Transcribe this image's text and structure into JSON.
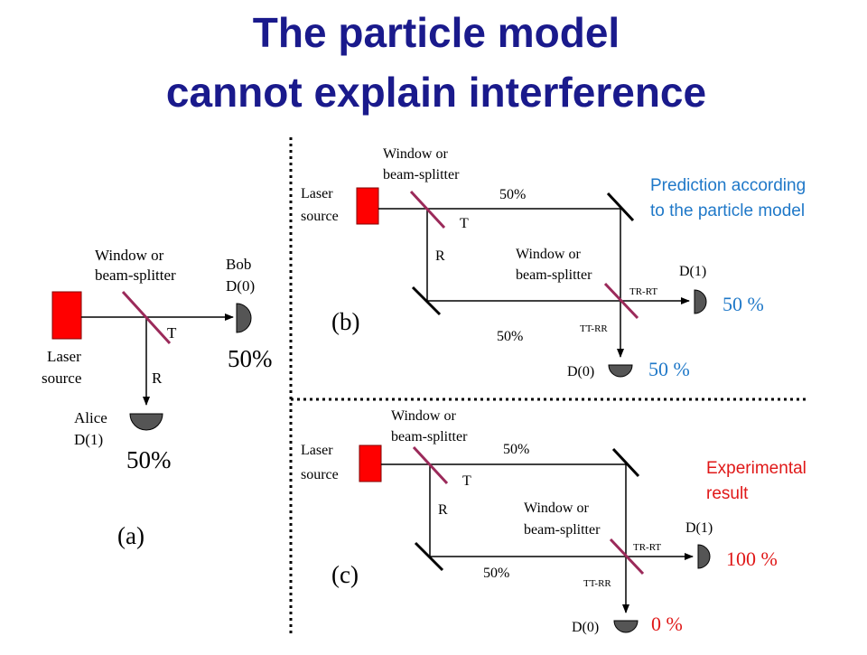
{
  "title": {
    "line1": "The particle model",
    "line2": "cannot explain interference"
  },
  "colors": {
    "title": "#1a1a8c",
    "laser": "#ff0000",
    "splitter": "#9b2a5a",
    "detector": "#555555",
    "prediction_note": "#1f78c8",
    "result_note": "#e01818"
  },
  "panel_a": {
    "label": "(a)",
    "laser_line1": "Laser",
    "laser_line2": "source",
    "splitter_line1": "Window or",
    "splitter_line2": "beam-splitter",
    "t": "T",
    "r": "R",
    "bob_line1": "Bob",
    "bob_line2": "D(0)",
    "bob_pct": "50%",
    "alice_line1": "Alice",
    "alice_line2": "D(1)",
    "alice_pct": "50%"
  },
  "panel_b": {
    "label": "(b)",
    "laser_line1": "Laser",
    "laser_line2": "source",
    "splitter1_line1": "Window or",
    "splitter1_line2": "beam-splitter",
    "t": "T",
    "r": "R",
    "top_pct": "50%",
    "bottom_pct": "50%",
    "splitter2_line1": "Window or",
    "splitter2_line2": "beam-splitter",
    "tr_rt": "TR-RT",
    "tt_rr": "TT-RR",
    "d1": "D(1)",
    "d1_pct": "50 %",
    "d0": "D(0)",
    "d0_pct": "50 %",
    "note_line1": "Prediction according",
    "note_line2": "to the particle model"
  },
  "panel_c": {
    "label": "(c)",
    "laser_line1": "Laser",
    "laser_line2": "source",
    "splitter1_line1": "Window or",
    "splitter1_line2": "beam-splitter",
    "t": "T",
    "r": "R",
    "top_pct": "50%",
    "bottom_pct": "50%",
    "splitter2_line1": "Window or",
    "splitter2_line2": "beam-splitter",
    "tr_rt": "TR-RT",
    "tt_rr": "TT-RR",
    "d1": "D(1)",
    "d1_pct": "100 %",
    "d0": "D(0)",
    "d0_pct": "0 %",
    "note_line1": "Experimental",
    "note_line2": "result"
  }
}
